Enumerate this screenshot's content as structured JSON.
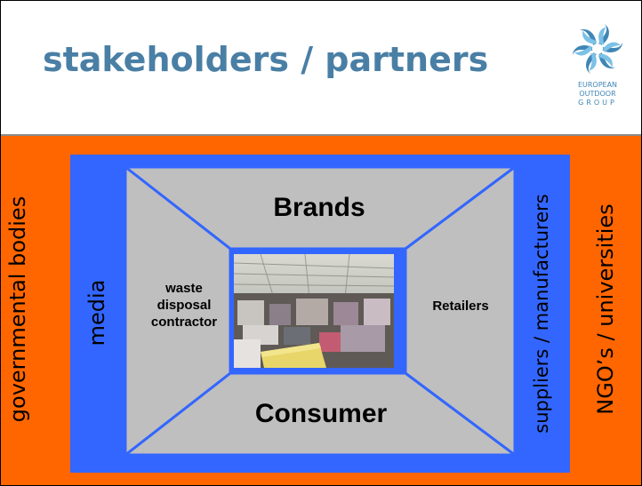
{
  "slide": {
    "title": "stakeholders / partners",
    "logo": {
      "lines": [
        "EUROPEAN",
        "OUTDOOR",
        "GROUP"
      ]
    }
  },
  "diagram": {
    "outer_left": "governmental bodies",
    "outer_right": "NGO’s / universities",
    "middle_left": "media",
    "middle_right": "suppliers / manufacturers",
    "top": "Brands",
    "bottom": "Consumer",
    "left": "waste disposal contractor",
    "right": "Retailers",
    "center_image": "warehouse-photo"
  },
  "colors": {
    "title": "#4a7fa5",
    "outer_band": "#ff6600",
    "middle_band": "#3366ff",
    "panels": "#bfbfbf"
  }
}
